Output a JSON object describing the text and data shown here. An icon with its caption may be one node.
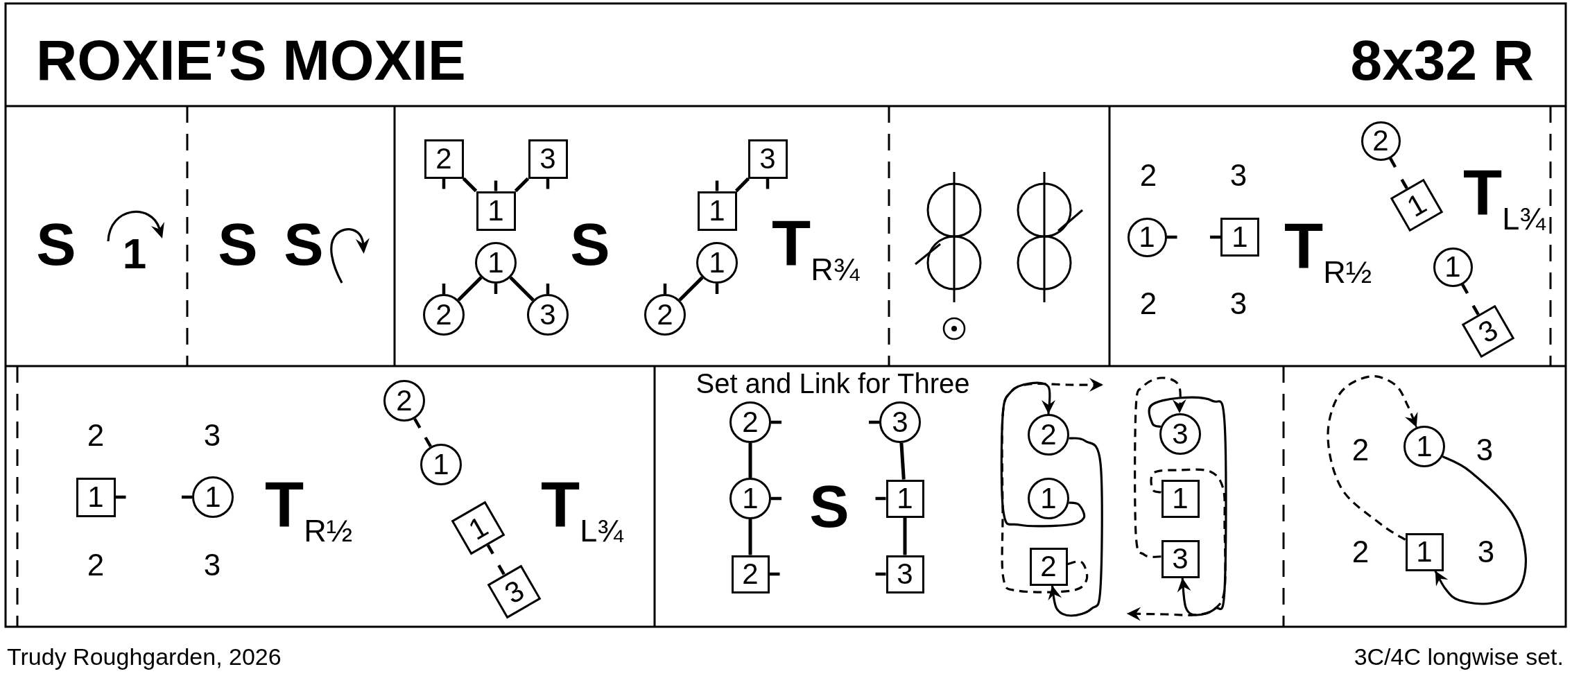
{
  "diagram": {
    "title": "ROXIE’S MOXIE",
    "nodes": [
      {
        "text": [
          "2"
        ]
      },
      {
        "text": [
          "3"
        ]
      },
      {
        "text": [
          "1"
        ]
      },
      {
        "text": [
          "1"
        ]
      },
      {
        "text": [
          "2"
        ]
      },
      {
        "text": [
          "3"
        ]
      },
      {
        "text": [
          "3"
        ]
      },
      {
        "text": [
          "1"
        ]
      },
      {
        "text": [
          "1"
        ]
      },
      {
        "text": [
          "2"
        ]
      },
      {
        "text": [
          "1"
        ]
      },
      {
        "text": [
          "1"
        ]
      },
      {
        "text": [
          "2"
        ]
      },
      {
        "text": [
          "1"
        ]
      },
      {
        "text": [
          "1"
        ]
      },
      {
        "text": [
          "3"
        ]
      },
      {
        "text": [
          "1"
        ]
      },
      {
        "text": [
          "1"
        ]
      },
      {
        "text": [
          "2"
        ]
      },
      {
        "text": [
          "1"
        ]
      },
      {
        "text": [
          "1"
        ]
      },
      {
        "text": [
          "3"
        ]
      },
      {
        "text": [
          "2"
        ]
      },
      {
        "text": [
          "1"
        ]
      },
      {
        "text": [
          "2"
        ]
      },
      {
        "text": [
          "3"
        ]
      },
      {
        "text": [
          "1"
        ]
      },
      {
        "text": [
          "3"
        ]
      },
      {
        "text": [
          "2"
        ]
      },
      {
        "text": [
          "1"
        ]
      },
      {
        "text": [
          "2"
        ]
      },
      {
        "text": [
          "3"
        ]
      },
      {
        "text": [
          "1"
        ]
      },
      {
        "text": [
          "3"
        ]
      },
      {
        "text": [
          "1"
        ]
      },
      {
        "text": [
          "1"
        ]
      }
    ],
    "edges": [
      {
        "from": 0,
        "to": 2,
        "arrow": "none"
      },
      {
        "from": 2,
        "to": 1,
        "arrow": "none"
      },
      {
        "from": 3,
        "to": 4,
        "arrow": "none"
      },
      {
        "from": 3,
        "to": 5,
        "arrow": "none"
      },
      {
        "from": 7,
        "to": 6,
        "arrow": "none"
      },
      {
        "from": 8,
        "to": 9,
        "arrow": "none"
      },
      {
        "from": 22,
        "to": 23,
        "arrow": "none"
      },
      {
        "from": 23,
        "to": 24,
        "arrow": "none"
      },
      {
        "from": 25,
        "to": 26,
        "arrow": "none"
      },
      {
        "from": 26,
        "to": 27,
        "arrow": "none"
      },
      {
        "from": 28,
        "to": 30,
        "arrow": "to"
      },
      {
        "from": 29,
        "to": 28,
        "arrow": "to"
      },
      {
        "from": 30,
        "to": null,
        "arrow": "to",
        "style": "dashed"
      },
      {
        "from": 31,
        "to": 33,
        "arrow": "to"
      },
      {
        "from": 32,
        "to": null,
        "arrow": "to",
        "style": "dashed"
      },
      {
        "from": 33,
        "to": 31,
        "arrow": "to",
        "style": "dashed"
      },
      {
        "from": 34,
        "to": 35,
        "arrow": "to"
      },
      {
        "from": 35,
        "to": 34,
        "arrow": "to",
        "style": "dashed"
      }
    ],
    "labels": [
      "8x32 R",
      "S",
      "1",
      "S",
      "S",
      "S",
      "**T**$_{R¾}$",
      "2",
      "3",
      "**T**$_{R½}$",
      "2",
      "3",
      "**T**$_{L¾}$",
      "2",
      "3",
      "**T**$_{R½}$",
      "2",
      "3",
      "**T**$_{L¾}$",
      "Set and Link for Three",
      "S",
      "2",
      "3",
      "2",
      "3",
      "Trudy Roughgarden, 2026",
      "3C/4C longwise set."
    ]
  }
}
